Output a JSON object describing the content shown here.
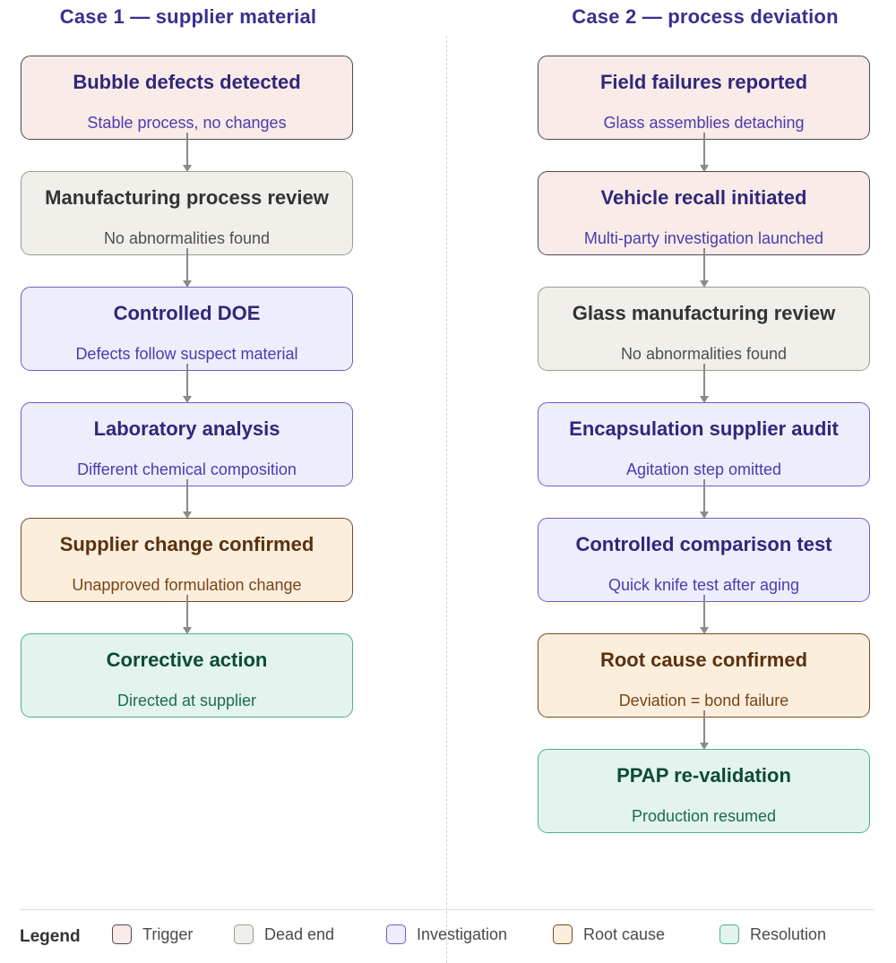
{
  "case1": {
    "title": "Case 1 — supplier material",
    "nodes": [
      {
        "title": "Bubble defects detected",
        "subtitle": "Stable process, no changes",
        "category": "trigger"
      },
      {
        "title": "Manufacturing process review",
        "subtitle": "No abnormalities found",
        "category": "deadend"
      },
      {
        "title": "Controlled DOE",
        "subtitle": "Defects follow suspect material",
        "category": "investigation"
      },
      {
        "title": "Laboratory analysis",
        "subtitle": "Different chemical composition",
        "category": "investigation"
      },
      {
        "title": "Supplier change confirmed",
        "subtitle": "Unapproved formulation change",
        "category": "rootcause"
      },
      {
        "title": "Corrective action",
        "subtitle": "Directed at supplier",
        "category": "resolution"
      }
    ]
  },
  "case2": {
    "title": "Case 2 — process deviation",
    "nodes": [
      {
        "title": "Field failures reported",
        "subtitle": "Glass assemblies detaching",
        "category": "trigger"
      },
      {
        "title": "Vehicle recall initiated",
        "subtitle": "Multi-party investigation launched",
        "category": "trigger"
      },
      {
        "title": "Glass manufacturing review",
        "subtitle": "No abnormalities found",
        "category": "deadend"
      },
      {
        "title": "Encapsulation supplier audit",
        "subtitle": "Agitation step omitted",
        "category": "investigation"
      },
      {
        "title": "Controlled comparison test",
        "subtitle": "Quick knife test after aging",
        "category": "investigation"
      },
      {
        "title": "Root cause confirmed",
        "subtitle": "Deviation = bond failure",
        "category": "rootcause"
      },
      {
        "title": "PPAP re-validation",
        "subtitle": "Production resumed",
        "category": "resolution"
      }
    ]
  },
  "legend": {
    "title": "Legend",
    "items": [
      {
        "label": "Trigger",
        "category": "trigger"
      },
      {
        "label": "Dead end",
        "category": "deadend"
      },
      {
        "label": "Investigation",
        "category": "investigation"
      },
      {
        "label": "Root cause",
        "category": "rootcause"
      },
      {
        "label": "Resolution",
        "category": "resolution"
      }
    ]
  },
  "colors": {
    "trigger": {
      "fill": "#f9ebe7",
      "border": "#4a4a5a"
    },
    "deadend": {
      "fill": "#f1efea",
      "border": "#9a9a92"
    },
    "investigation": {
      "fill": "#eeedfc",
      "border": "#6b5fc4"
    },
    "rootcause": {
      "fill": "#fbeedd",
      "border": "#7a4a1f"
    },
    "resolution": {
      "fill": "#e2f4ed",
      "border": "#4fae8c"
    },
    "heading": "#3a2f8f",
    "connector": "#8a8a8a"
  }
}
